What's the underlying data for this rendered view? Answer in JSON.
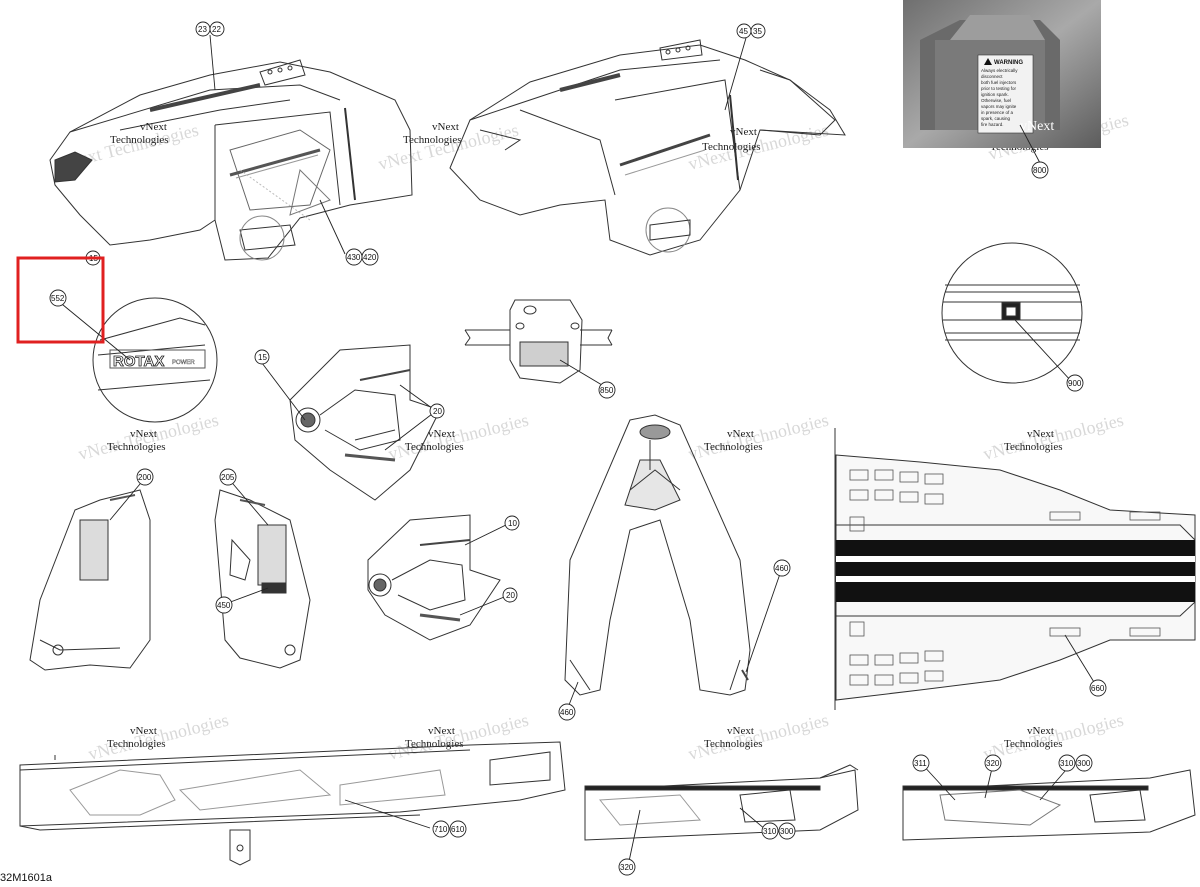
{
  "document_code": "32M1601a",
  "watermark": {
    "line1": "vNext",
    "line2": "Technologies",
    "combined": "vNext Technologies"
  },
  "photo_label": {
    "warning": "WARNING",
    "lines": [
      "Always electrically",
      "disconnect",
      "both fuel injectors",
      "prior to testing for",
      "ignition spark.",
      "Otherwise, fuel",
      "vapors may ignite",
      "in presence of a",
      "spark, causing",
      "fire hazard."
    ]
  },
  "engine_text": {
    "rotax": "ROTAX",
    "power": "POWER"
  },
  "callouts": {
    "c23": "23",
    "c22": "22",
    "c45": "45",
    "c35": "35",
    "c800": "800",
    "c430": "430",
    "c420": "420",
    "c15": "15",
    "c552": "552",
    "c850": "850",
    "c900": "900",
    "c15b": "15",
    "c20a": "20",
    "c20b": "20",
    "c10": "10",
    "c200": "200",
    "c205": "205",
    "c450": "450",
    "c460a": "460",
    "c460b": "460",
    "c660": "660",
    "c710": "710",
    "c610": "610",
    "c320a": "320",
    "c310a": "310",
    "c300a": "300",
    "c311": "311",
    "c320b": "320",
    "c310b": "310",
    "c300b": "300"
  },
  "highlight_color": "#e02020"
}
